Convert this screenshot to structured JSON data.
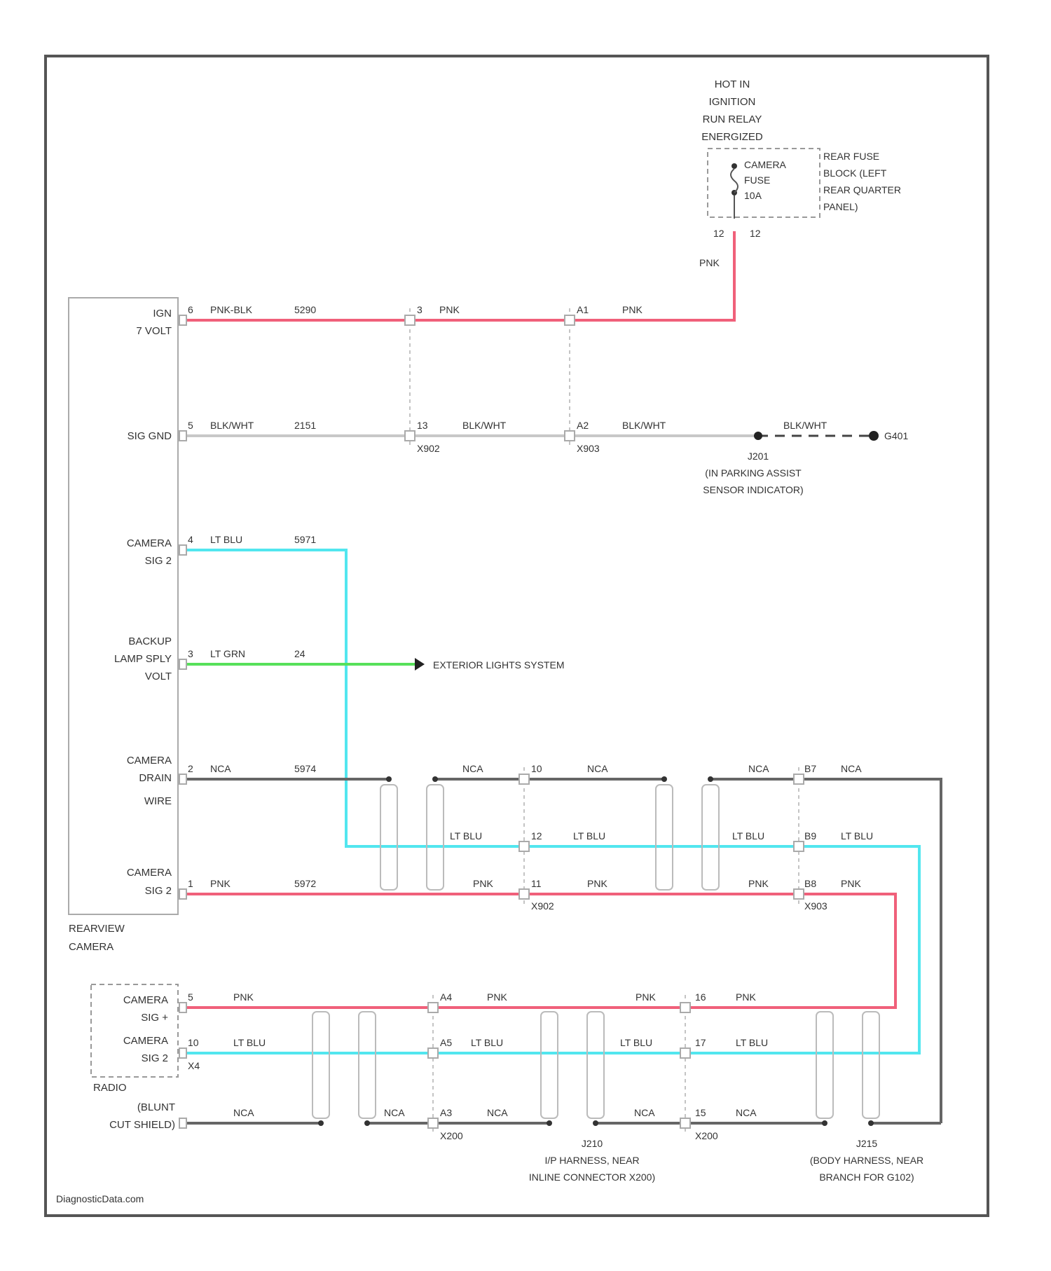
{
  "power_source": {
    "header": [
      "HOT IN",
      "IGNITION",
      "RUN RELAY",
      "ENERGIZED"
    ],
    "fuse": [
      "CAMERA",
      "FUSE",
      "10A"
    ],
    "fuse_block": [
      "REAR FUSE",
      "BLOCK (LEFT",
      "REAR QUARTER",
      "PANEL)"
    ],
    "pins": [
      "12",
      "12"
    ],
    "wire_color": "PNK"
  },
  "camera": {
    "title": [
      "REARVIEW",
      "CAMERA"
    ],
    "pins": [
      {
        "label": [
          "IGN",
          "7 VOLT"
        ],
        "pin": "6"
      },
      {
        "label": [
          "SIG GND"
        ],
        "pin": "5"
      },
      {
        "label": [
          "CAMERA",
          "SIG 2"
        ],
        "pin": "4"
      },
      {
        "label": [
          "BACKUP",
          "LAMP SPLY",
          "VOLT"
        ],
        "pin": "3"
      },
      {
        "label": [
          "CAMERA",
          "DRAIN",
          "WIRE"
        ],
        "pin": "2"
      },
      {
        "label": [
          "CAMERA",
          "SIG 2"
        ],
        "pin": "1"
      }
    ]
  },
  "wires": {
    "ign": {
      "color": "PNK",
      "camera_color": "PNK-BLK",
      "circuit": "5290",
      "conn1_pin": "3",
      "conn2_pin": "A1"
    },
    "gnd": {
      "color": "BLK/WHT",
      "circuit": "2151",
      "conn1_pin": "13",
      "conn2_pin": "A2",
      "conn1": "X902",
      "conn2": "X903",
      "splice": "J201",
      "splice_note": [
        "(IN PARKING ASSIST",
        "SENSOR INDICATOR)"
      ],
      "ground": "G401"
    },
    "sig2": {
      "color": "LT BLU",
      "circuit": "5971"
    },
    "backup": {
      "color": "LT GRN",
      "circuit": "24",
      "destination": "EXTERIOR LIGHTS SYSTEM"
    },
    "drain": {
      "color": "NCA",
      "circuit": "5974",
      "pin1": "10",
      "pin2": "B7"
    },
    "ltblu": {
      "pin1": "12",
      "pin2": "B9"
    },
    "pnk": {
      "color": "PNK",
      "camera_color": "PNK",
      "circuit": "5972",
      "pin1": "11",
      "pin2": "B8",
      "conn1": "X902",
      "conn2": "X903"
    }
  },
  "radio": {
    "title": "RADIO",
    "pins": [
      {
        "label": [
          "CAMERA",
          "SIG +"
        ],
        "pin": "5"
      },
      {
        "label": [
          "CAMERA",
          "SIG 2"
        ],
        "pin": "10",
        "sub": "X4"
      },
      {
        "label": [
          "(BLUNT",
          "CUT SHIELD)"
        ],
        "pin": ""
      }
    ],
    "wires": {
      "pnk": {
        "color": "PNK",
        "pin1": "A4",
        "pin2": "16"
      },
      "ltblu": {
        "color": "LT BLU",
        "pin1": "A5",
        "pin2": "17"
      },
      "shield": {
        "color": "NCA",
        "pin1": "A3",
        "pin2": "15",
        "conn1": "X200",
        "conn2": "X200"
      }
    }
  },
  "splices": {
    "j210": [
      "J210",
      "I/P HARNESS, NEAR",
      "INLINE CONNECTOR X200)"
    ],
    "j215": [
      "J215",
      "(BODY HARNESS, NEAR",
      "BRANCH FOR G102)"
    ]
  },
  "footer": "DiagnosticData.com",
  "colors": {
    "frame": "#555555",
    "pink_wire": "#f0607a",
    "ltblu_wire": "#52e6ef",
    "ltgrn_wire": "#57e05a",
    "gray_wire": "#c8c8c8",
    "nca_wire": "#666666",
    "connector": "#bdbdbd"
  }
}
